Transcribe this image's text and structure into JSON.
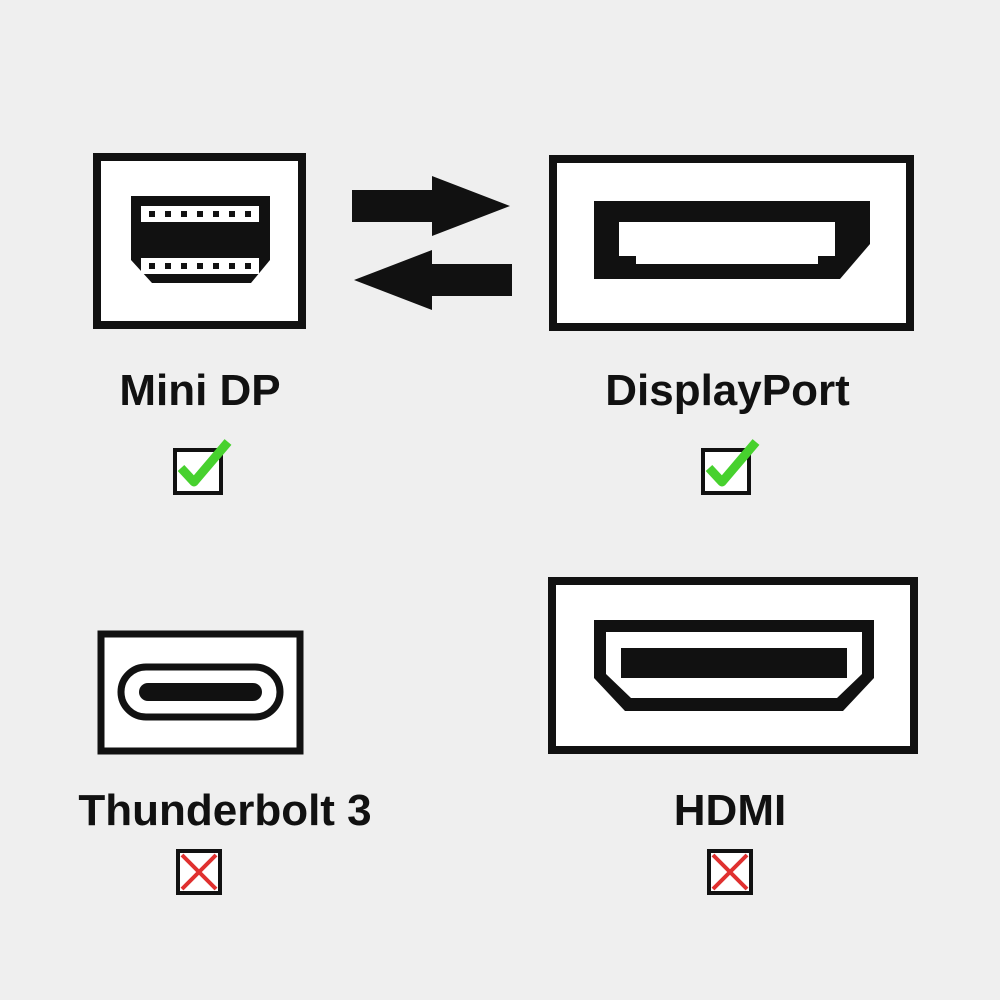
{
  "colors": {
    "background": "#efefef",
    "outline": "#111111",
    "check_green": "#47d12e",
    "cross_red": "#e0302f"
  },
  "ports": [
    {
      "label": "Mini DP",
      "status": "supported",
      "status_icon": "green-check-icon"
    },
    {
      "label": "DisplayPort",
      "status": "supported",
      "status_icon": "green-check-icon"
    },
    {
      "label": "Thunderbolt 3",
      "status": "unsupported",
      "status_icon": "red-cross-icon"
    },
    {
      "label": "HDMI",
      "status": "unsupported",
      "status_icon": "red-cross-icon"
    }
  ],
  "connection_icon": "bidirectional-arrows-icon"
}
